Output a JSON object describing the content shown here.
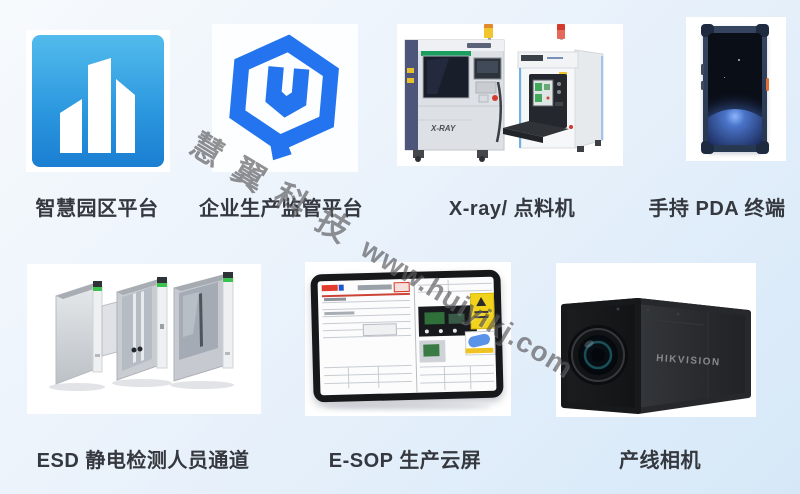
{
  "items": [
    {
      "id": "smart-park-platform",
      "label": "智慧园区平台"
    },
    {
      "id": "enterprise-production-monitor-platform",
      "label": "企业生产监管平台"
    },
    {
      "id": "xray-parts-counter",
      "label": "X-ray/ 点料机"
    },
    {
      "id": "handheld-pda-terminal",
      "label": "手持 PDA 终端"
    },
    {
      "id": "esd-personnel-gate",
      "label": "ESD 静电检测人员通道"
    },
    {
      "id": "esop-production-cloud-screen",
      "label": "E-SOP 生产云屏"
    },
    {
      "id": "production-line-camera",
      "label": "产线相机"
    }
  ],
  "watermark": {
    "cn": "慧翼科技",
    "url": "www.huiyikj.com"
  },
  "equipment_text": {
    "xray_machine": "X-RAY",
    "camera_brand": "HIKVISION"
  },
  "colors": {
    "page_bg_top": "#f7fafd",
    "page_bg_bottom": "#d6e8f8",
    "label_text": "#35383e",
    "smart_park_icon_top": "#52bbec",
    "smart_park_icon_bottom": "#1b7ed2",
    "hexagon_logo_blue": "#2374ee",
    "led_green": "#3cc34f",
    "tower_light_yellow": "#f0c52e",
    "tower_light_red": "#d5392c",
    "warning_label_yellow": "#f2d31b",
    "camera_body_black": "#1c1e20",
    "watermark_gray": "rgba(55,55,58,0.55)"
  }
}
